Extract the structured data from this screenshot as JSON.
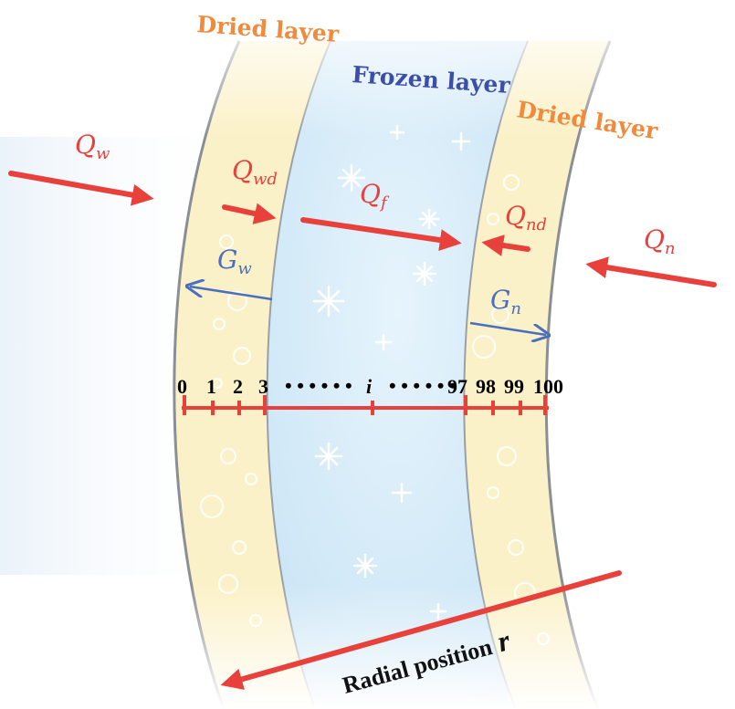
{
  "layers": {
    "left": "Dried layer",
    "middle": "Frozen layer",
    "right": "Dried layer"
  },
  "flows": {
    "q_w": {
      "symbol": "Q",
      "sub": "w"
    },
    "q_wd": {
      "symbol": "Q",
      "sub": "wd"
    },
    "q_f": {
      "symbol": "Q",
      "sub": "f"
    },
    "q_nd": {
      "symbol": "Q",
      "sub": "nd"
    },
    "q_n": {
      "symbol": "Q",
      "sub": "n"
    },
    "g_w": {
      "symbol": "G",
      "sub": "w"
    },
    "g_n": {
      "symbol": "G",
      "sub": "n"
    }
  },
  "ticks": {
    "t0": "0",
    "t1": "1",
    "t2": "2",
    "t3": "3",
    "dots_left": "• • • • • •",
    "ti": "i",
    "dots_right": "• • • • • •",
    "t97": "97",
    "t98": "98",
    "t99": "99",
    "t100": "100"
  },
  "axis": {
    "label": "Radial position",
    "variable": "r"
  },
  "colors": {
    "heat_flow": "#e8413c",
    "mass_flow": "#4a6fc0",
    "dried_label": "#f08a3c",
    "frozen_label": "#3b4fa8",
    "dried_fill": "#fbf1c8",
    "frozen_fill": "#d4ebf8",
    "scale": "#e8413c"
  }
}
